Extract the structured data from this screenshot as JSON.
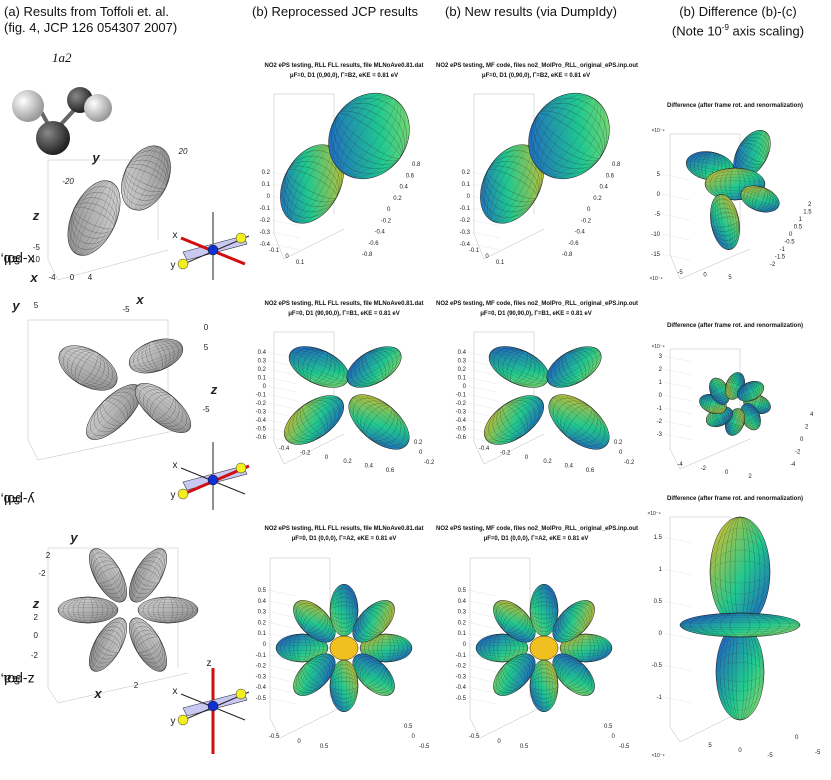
{
  "columns": [
    {
      "line1": "(a) Results from Toffoli et. al.",
      "line2": "(fig. 4, JCP 126 054307 2007)"
    },
    {
      "line1": "(b) Reprocessed JCP results",
      "line2": ""
    },
    {
      "line1": "(b) New results (via DumpIdy)",
      "line2": ""
    },
    {
      "line1": "(b) Difference (b)-(c)",
      "line2_pre": "(Note 10",
      "line2_sup": "-9",
      "line2_post": " axis scaling)"
    }
  ],
  "rows": [
    {
      "pol": "x-pol, Γ",
      "sub": "c",
      "sym": "=b",
      "symsub": "2"
    },
    {
      "pol": "y-pol, Γ",
      "sub": "c",
      "sym": "=b",
      "symsub": "1"
    },
    {
      "pol": "z-pol, Γ",
      "sub": "c",
      "sym": "=a",
      "symsub": "2"
    }
  ],
  "molecule_label": "1a2",
  "panels": {
    "r1": {
      "jcp_title": "NO2 ePS testing, RLL FLL results, file MLNoAve0.81.dat",
      "new_title": "NO2 ePS testing, MF code, files no2_MolPro_RLL_original_ePS.inp.out",
      "sub": "μF=0, D1 (0,90,0), Γ=B2, eKE = 0.81 eV",
      "diff_title": "Difference (after frame rot. and renormalization)"
    },
    "r2": {
      "jcp_title": "NO2 ePS testing, RLL FLL results, file MLNoAve0.81.dat",
      "new_title": "NO2 ePS testing, MF code, files no2_MolPro_RLL_original_ePS.inp.out",
      "sub": "μF=0, D1 (90,90,0), Γ=B1, eKE = 0.81 eV",
      "diff_title": "Difference (after frame rot. and renormalization)"
    },
    "r3": {
      "jcp_title": "NO2 ePS testing, RLL FLL results, file MLNoAve0.81.dat",
      "new_title": "NO2 ePS testing, MF code, files no2_MolPro_RLL_original_ePS.inp.out",
      "sub": "μF=0, D1 (0,0,0), Γ=A2, eKE = 0.81 eV",
      "diff_title": "Difference (after frame rot. and renormalization)"
    }
  },
  "axis_ticks": {
    "r1_left_z": [
      "0.2",
      "0.1",
      "0",
      "-0.1",
      "-0.2",
      "-0.3",
      "-0.4"
    ],
    "r1_right": [
      "0.8",
      "0.6",
      "0.4",
      "0.2",
      "0",
      "-0.2",
      "-0.4",
      "-0.6",
      "-0.8"
    ],
    "r1_bottom": [
      "-0.1",
      "0",
      "0.1"
    ],
    "r2_left_z": [
      "0.4",
      "0.3",
      "0.2",
      "0.1",
      "0",
      "-0.1",
      "-0.2",
      "-0.3",
      "-0.4",
      "-0.5",
      "-0.6"
    ],
    "r2_bottom": [
      "-0.4",
      "-0.2",
      "0",
      "0.2",
      "0.4",
      "0.6"
    ],
    "r2_right": [
      "0.2",
      "0",
      "-0.2"
    ],
    "r3_left_z": [
      "0.5",
      "0.4",
      "0.3",
      "0.2",
      "0.1",
      "0",
      "-0.1",
      "-0.2",
      "-0.3",
      "-0.4",
      "-0.5"
    ],
    "r3_bottom": [
      "-0.5",
      "0",
      "0.5"
    ],
    "r3_right": [
      "0.5",
      "0",
      "-0.5"
    ],
    "d1_left": [
      "5",
      "0",
      "-5",
      "-10",
      "-15"
    ],
    "d1_right": [
      "2",
      "1.5",
      "1",
      "0.5",
      "0",
      "-0.5",
      "-1",
      "-1.5",
      "-2"
    ],
    "d1_bottom": [
      "-5",
      "0",
      "5"
    ],
    "d2_left": [
      "3",
      "2",
      "1",
      "0",
      "-1",
      "-2",
      "-3"
    ],
    "d2_right": [
      "4",
      "2",
      "0",
      "-2",
      "-4"
    ],
    "d2_bottom": [
      "-4",
      "-2",
      "0",
      "2"
    ],
    "d3_left": [
      "1.5",
      "1",
      "0.5",
      "0",
      "-0.5",
      "-1"
    ],
    "d3_bottom": [
      "5",
      "0",
      "-5"
    ],
    "d3_right": [
      "0",
      "-5"
    ],
    "exp": "×10⁻⁹",
    "toffoli_r1": [
      "20",
      "-20",
      "-5",
      "-10",
      "-4",
      "0",
      "4"
    ],
    "toffoli_r2": [
      "5",
      "0",
      "-5",
      "-5",
      "5"
    ],
    "toffoli_r3": [
      "2",
      "-2",
      "2",
      "0",
      "-2",
      "2"
    ]
  },
  "axis_letters": {
    "x": "x",
    "y": "y",
    "z": "z"
  },
  "colors": {
    "lobe_top": "#f0c020",
    "lobe_mid": "#20c890",
    "lobe_low": "#2050d0",
    "gray": "#b8b8b8",
    "red": "#d01010",
    "plane": "#c8c8f0"
  }
}
